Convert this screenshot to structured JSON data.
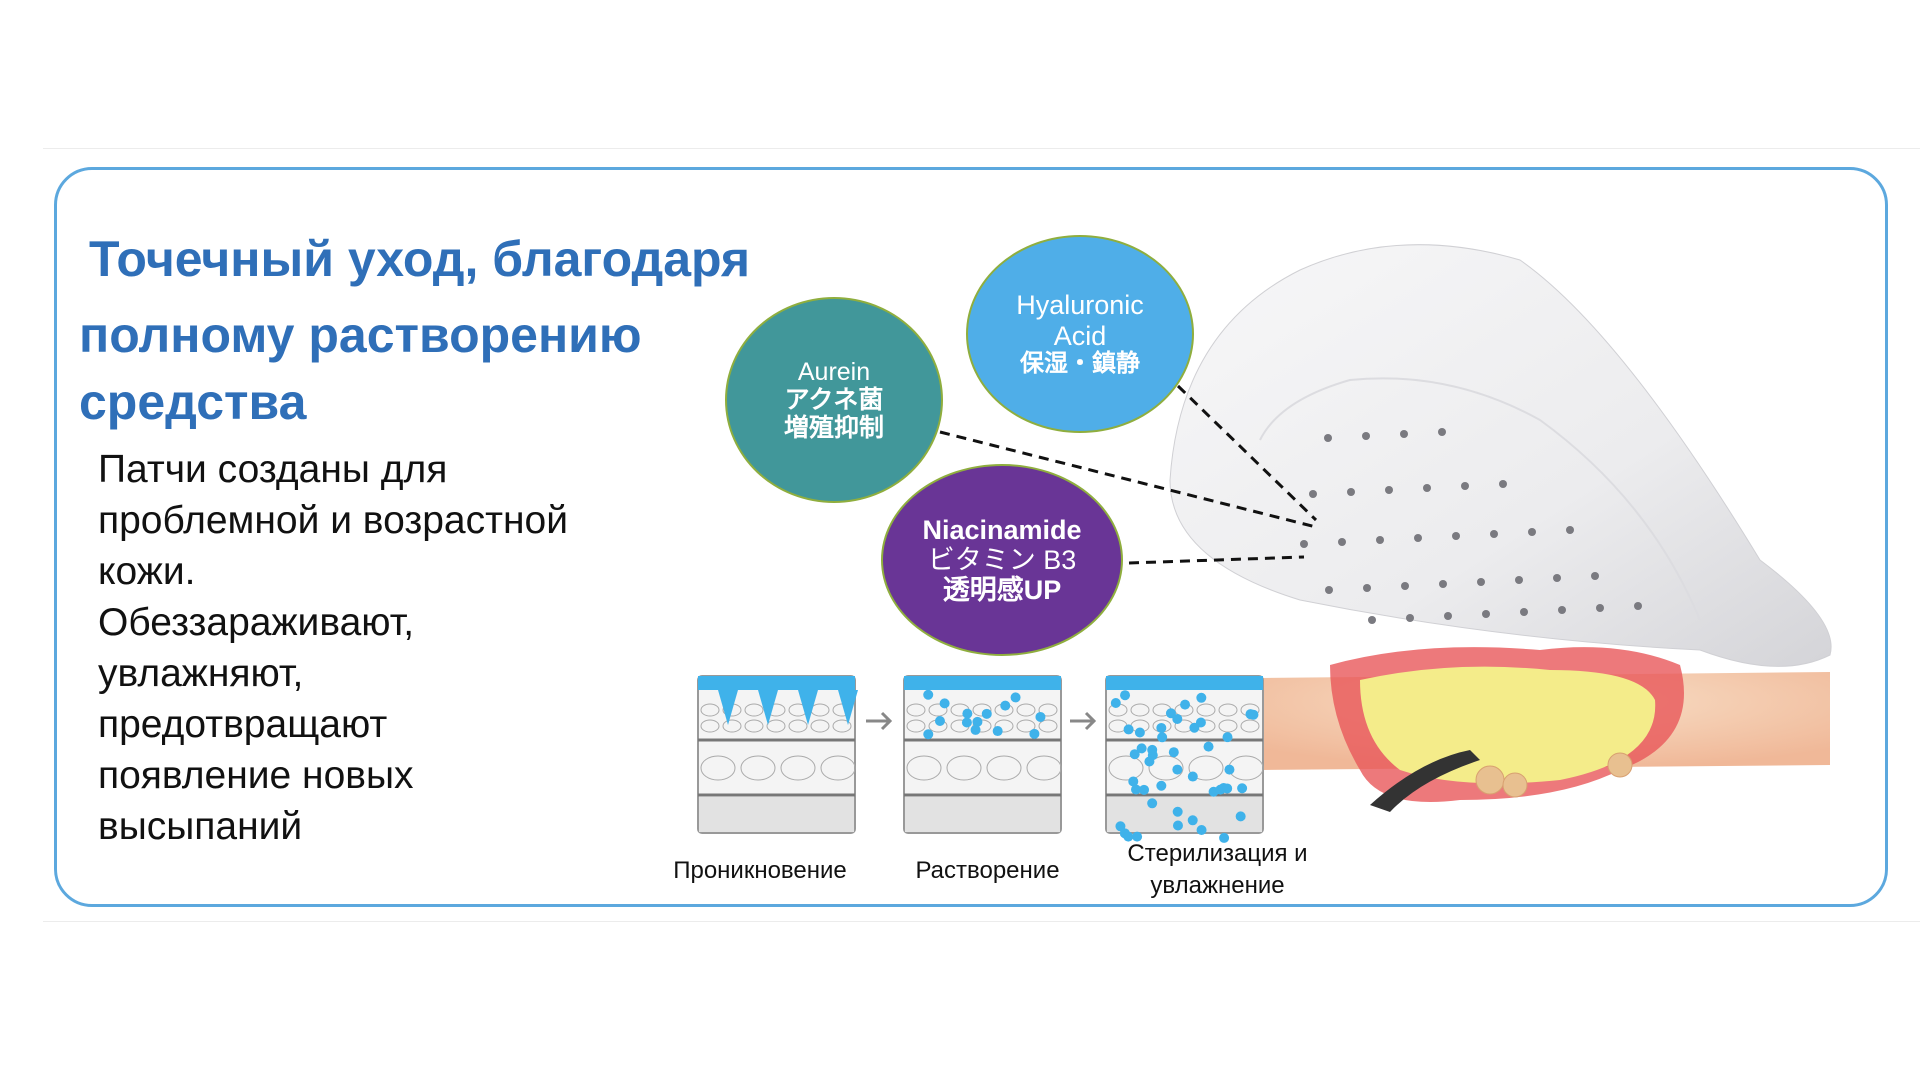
{
  "title": {
    "lines": [
      "Точечный уход, благодаря",
      "полному растворению",
      "средства"
    ]
  },
  "description": {
    "lines": [
      "Патчи созданы для",
      "проблемной и возрастной",
      "кожи.",
      "Обеззараживают,",
      "увлажняют,",
      "предотвращают",
      "появление новых",
      "высыпаний"
    ]
  },
  "ingredients": [
    {
      "name": "Aurein",
      "jp_line1": "アクネ菌",
      "jp_line2": "増殖抑制",
      "color": "#41979a"
    },
    {
      "name_line1": "Hyaluronic",
      "name_line2": "Acid",
      "jp_line1": "保湿・鎮静",
      "color": "#4faee8"
    },
    {
      "name": "Niacinamide",
      "jp_line1": "ビタミン B3",
      "jp_line2": "透明感UP",
      "color": "#693596"
    }
  ],
  "steps": [
    {
      "label": "Проникновение"
    },
    {
      "label_line1": "Стерилизация и",
      "label_line2": "увлажнение"
    },
    {
      "label": "Растворение"
    }
  ],
  "colors": {
    "accent": "#2f6fb8",
    "border": "#5ca8de",
    "gel": "#3fb2ea"
  }
}
